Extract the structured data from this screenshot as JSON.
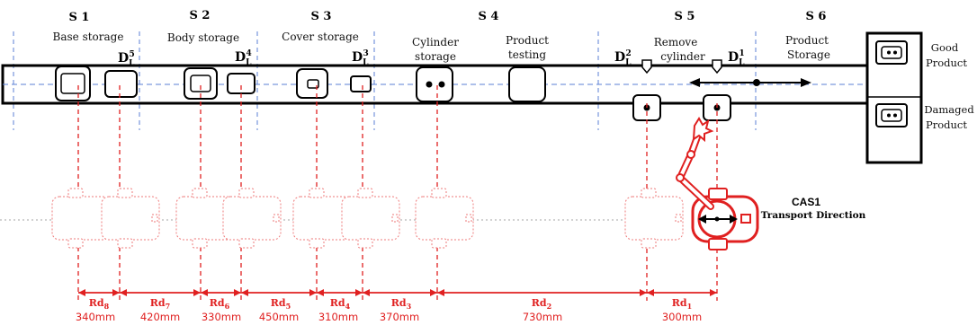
{
  "stations": [
    {
      "id": "S 1",
      "name": "Base storage"
    },
    {
      "id": "S 2",
      "name": "Body storage"
    },
    {
      "id": "S 3",
      "name": "Cover storage"
    },
    {
      "id": "S 4",
      "name_lines": [
        "Cylinder",
        "storage"
      ],
      "name2_lines": [
        "Product",
        "testing"
      ]
    },
    {
      "id": "S 5",
      "name_lines": [
        "Remove",
        "cylinder"
      ]
    },
    {
      "id": "S 6",
      "name_lines": [
        "Product",
        "Storage"
      ]
    }
  ],
  "sensors": [
    {
      "letter": "D",
      "sub": "L",
      "sup": "5"
    },
    {
      "letter": "D",
      "sub": "L",
      "sup": "4"
    },
    {
      "letter": "D",
      "sub": "L",
      "sup": "3"
    },
    {
      "letter": "D",
      "sub": "L",
      "sup": "2"
    },
    {
      "letter": "D",
      "sub": "L",
      "sup": "1"
    }
  ],
  "outputs": {
    "good": [
      "Good",
      "Product"
    ],
    "damaged": [
      "Damaged",
      "Product"
    ]
  },
  "cas": {
    "title": "CAS1",
    "subtitle": "Transport Direction"
  },
  "distances": [
    {
      "label": "Rd",
      "sub": "8",
      "value": "340mm"
    },
    {
      "label": "Rd",
      "sub": "7",
      "value": "420mm"
    },
    {
      "label": "Rd",
      "sub": "6",
      "value": "330mm"
    },
    {
      "label": "Rd",
      "sub": "5",
      "value": "450mm"
    },
    {
      "label": "Rd",
      "sub": "4",
      "value": "310mm"
    },
    {
      "label": "Rd",
      "sub": "3",
      "value": "370mm"
    },
    {
      "label": "Rd",
      "sub": "2",
      "value": "730mm"
    },
    {
      "label": "Rd",
      "sub": "1",
      "value": "300mm"
    }
  ],
  "colors": {
    "accent": "#e02020",
    "line": "#000000",
    "divider": "#5b7fd6"
  }
}
